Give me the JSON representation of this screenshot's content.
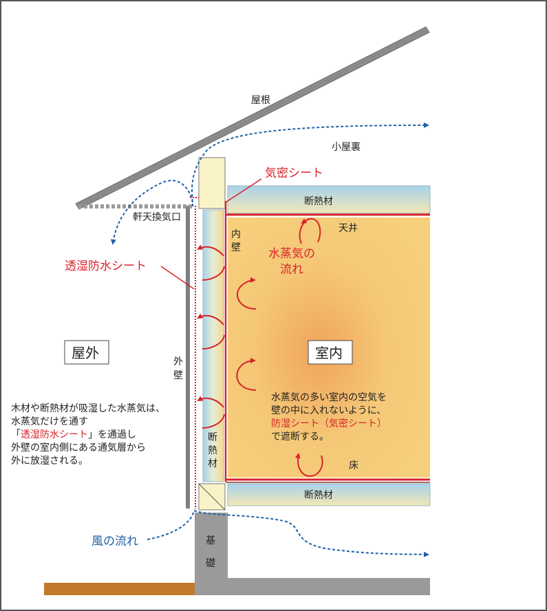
{
  "labels": {
    "roof": "屋根",
    "attic": "小屋裏",
    "airtight_sheet": "気密シート",
    "insulation_ceiling": "断熱材",
    "ceiling": "天井",
    "eave_vent": "軒天換気口",
    "inner_wall_1": "内",
    "inner_wall_2": "壁",
    "moist_permeable_sheet": "透湿防水シート",
    "vapor_flow_1": "水蒸気の",
    "vapor_flow_2": "流れ",
    "outdoor": "屋外",
    "indoor": "室内",
    "outer_wall_1": "外",
    "outer_wall_2": "壁",
    "wall_insulation_1": "断",
    "wall_insulation_2": "熱",
    "wall_insulation_3": "材",
    "floor": "床",
    "insulation_floor": "断熱材",
    "foundation_1": "基",
    "foundation_2": "礎",
    "wind_flow": "風の流れ"
  },
  "notes": {
    "outdoor_note": [
      "木材や断熱材が吸湿した水蒸気は、",
      "水蒸気だけを通す"
    ],
    "outdoor_note_line3_open": "「",
    "outdoor_note_line3_red": "透湿防水シート",
    "outdoor_note_line3_close": "」を通過し",
    "outdoor_note_rest": [
      "外壁の室内側にある通気層から",
      "外に放湿される。"
    ],
    "indoor_note": [
      "水蒸気の多い室内の空気を",
      "壁の中に入れないように、"
    ],
    "indoor_note_red": "防湿シート（気密シート）",
    "indoor_note_last": "で遮断する。"
  },
  "colors": {
    "red": "#d8232a",
    "blue": "#1f5fa8",
    "roof_gray": "#8a8a8a",
    "room_orange": "#f4c977",
    "foundation_gray": "#9a9a9a",
    "ground_brown": "#c07a2a"
  }
}
